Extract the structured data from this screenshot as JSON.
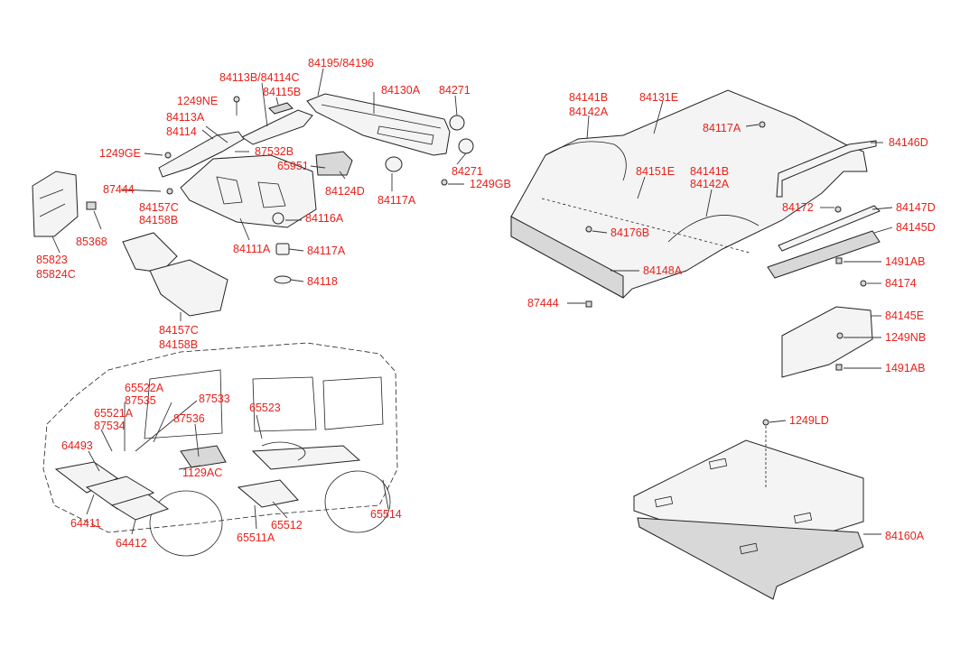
{
  "labels": {
    "p84195": "84195/84196",
    "p84113B": "84113B/84114C",
    "p84115B": "84115B",
    "p1249NE": "1249NE",
    "p84130A": "84130A",
    "p84271a": "84271",
    "p84113A": "84113A",
    "p84114": "84114",
    "p1249GE": "1249GE",
    "p87532B": "87532B",
    "p65951": "65951",
    "p84271b": "84271",
    "p1249GB": "1249GB",
    "p87444a": "87444",
    "p84124D": "84124D",
    "p84117Aa": "84117A",
    "p84157C1": "84157C",
    "p84158B1": "84158B",
    "p84116A": "84116A",
    "p85368": "85368",
    "p84111A": "84111A",
    "p84117Ab": "84117A",
    "p85823": "85823",
    "p85824C": "85824C",
    "p84118": "84118",
    "p84157C2": "84157C",
    "p84158B2": "84158B",
    "p84141B1": "84141B",
    "p84142A1": "84142A",
    "p84131E": "84131E",
    "p84117Ac": "84117A",
    "p84146D": "84146D",
    "p84151E": "84151E",
    "p84141B2": "84141B",
    "p84142A2": "84142A",
    "p84172": "84172",
    "p84147D": "84147D",
    "p84176B": "84176B",
    "p84145D": "84145D",
    "p1491ABa": "1491AB",
    "p84148A": "84148A",
    "p87444b": "87444",
    "p84174": "84174",
    "p84145E": "84145E",
    "p1249NB": "1249NB",
    "p1491ABb": "1491AB",
    "p65522A": "65522A",
    "p87535": "87535",
    "p87533": "87533",
    "p65521A": "65521A",
    "p87534": "87534",
    "p87536": "87536",
    "p65523": "65523",
    "p64493": "64493",
    "p1129AC": "1129AC",
    "p64411": "64411",
    "p64412": "64412",
    "p65512": "65512",
    "p65511A": "65511A",
    "p65514": "65514",
    "p1249LD": "1249LD",
    "p84160A": "84160A"
  }
}
